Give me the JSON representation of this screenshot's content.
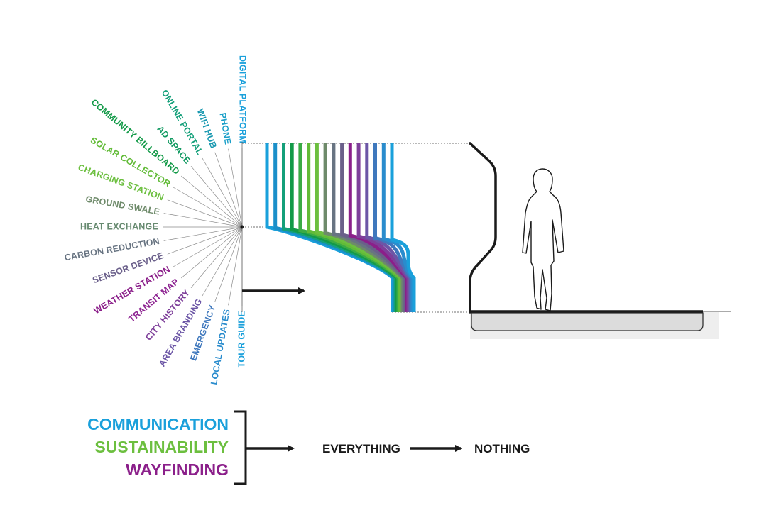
{
  "colors": {
    "communication": "#1aa0db",
    "sustainability": "#6cbf3f",
    "wayfinding": "#8b1f8a",
    "ink": "#1a1a1a",
    "guide": "#8a8a8a",
    "base": "#dcdcdc"
  },
  "labels": [
    {
      "text": "DIGITAL PLATFORM",
      "color": "#1aa0db"
    },
    {
      "text": "PHONE",
      "color": "#1a9fc8"
    },
    {
      "text": "WIFI HUB",
      "color": "#1898b0"
    },
    {
      "text": "ONLINE PORTAL",
      "color": "#14a07a"
    },
    {
      "text": "AD SPACE",
      "color": "#129a62"
    },
    {
      "text": "COMMUNITY BILLBOARD",
      "color": "#139a48"
    },
    {
      "text": "SOLAR COLLECTOR",
      "color": "#62bb38"
    },
    {
      "text": "CHARGING STATION",
      "color": "#6cbf3f"
    },
    {
      "text": "GROUND SWALE",
      "color": "#6e8a6a"
    },
    {
      "text": "HEAT EXCHANGE",
      "color": "#678a70"
    },
    {
      "text": "CARBON REDUCTION",
      "color": "#687482"
    },
    {
      "text": "SENSOR DEVICE",
      "color": "#6a5f8a"
    },
    {
      "text": "WEATHER STATION",
      "color": "#8b1f8a"
    },
    {
      "text": "TRANSIT MAP",
      "color": "#8e2592"
    },
    {
      "text": "CITY HISTORY",
      "color": "#7e3f9a"
    },
    {
      "text": "AREA BRANDING",
      "color": "#6c56a6"
    },
    {
      "text": "EMERGENCY",
      "color": "#3f78bd"
    },
    {
      "text": "LOCAL UPDATES",
      "color": "#2a8ccd"
    },
    {
      "text": "TOUR GUIDE",
      "color": "#1aa0db"
    }
  ],
  "strands": [
    "#1aa0db",
    "#1a8fc9",
    "#14a07a",
    "#139a48",
    "#3aab45",
    "#62bb38",
    "#6cbf3f",
    "#6e8a6a",
    "#687482",
    "#6a5f8a",
    "#8b1f8a",
    "#7e3f9a",
    "#6c56a6",
    "#3f78bd",
    "#2a8ccd",
    "#1aa0db"
  ],
  "legend": {
    "communication": "COMMUNICATION",
    "sustainability": "SUSTAINABILITY",
    "wayfinding": "WAYFINDING"
  },
  "flow": {
    "everything": "EVERYTHING",
    "nothing": "NOTHING"
  }
}
